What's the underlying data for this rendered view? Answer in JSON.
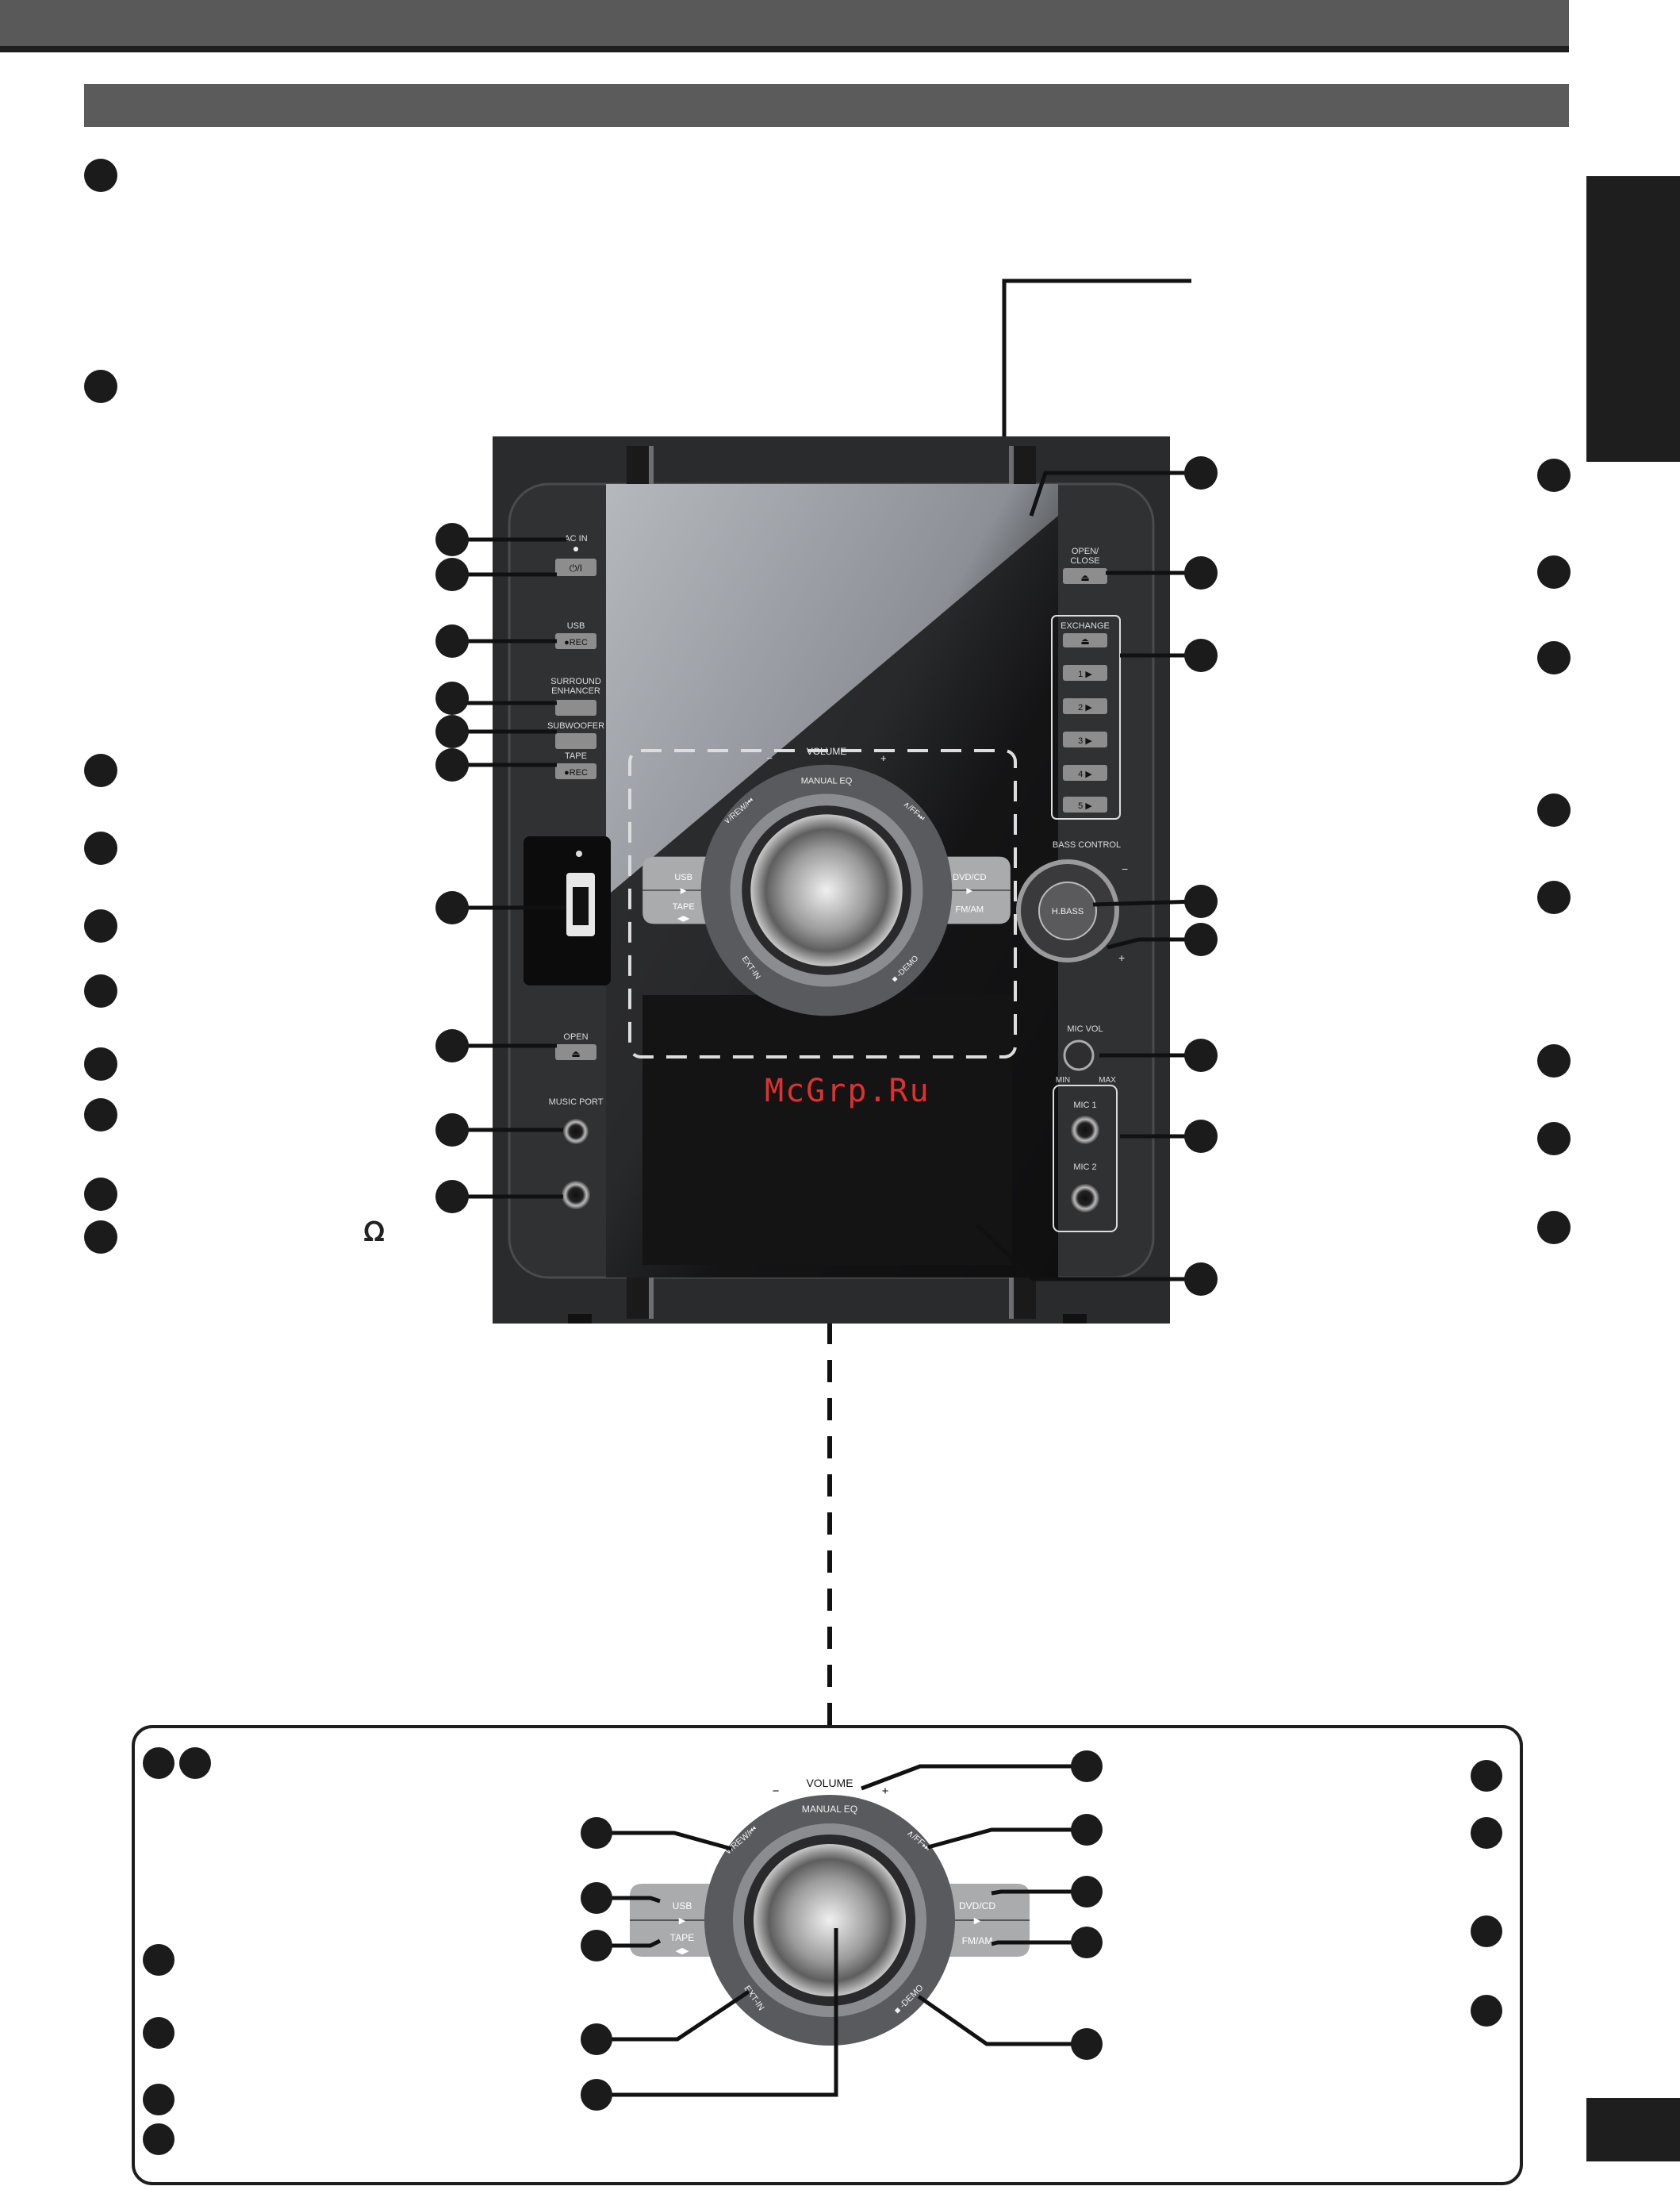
{
  "watermark": "McGrp.Ru",
  "unit": {
    "ac_in": "AC IN",
    "power": "⏻/I",
    "usb": "USB",
    "rec": "●REC",
    "surround_1": "SURROUND",
    "surround_2": "ENHANCER",
    "subwoofer": "SUBWOOFER",
    "tape": "TAPE",
    "open": "OPEN",
    "eject": "⏏",
    "music_port": "MUSIC PORT",
    "open_close_1": "OPEN/",
    "open_close_2": "CLOSE",
    "exchange": "EXCHANGE",
    "discs": [
      "1 ▶",
      "2 ▶",
      "3 ▶",
      "4 ▶",
      "5 ▶"
    ],
    "bass_control": "BASS CONTROL",
    "hbass": "H.BASS",
    "minus": "−",
    "plus": "+",
    "mic_vol": "MIC VOL",
    "min": "MIN",
    "max": "MAX",
    "mic1": "MIC 1",
    "mic2": "MIC 2"
  },
  "dial": {
    "volume": "VOLUME",
    "minus": "−",
    "plus": "+",
    "manual_eq": "MANUAL EQ",
    "rew": "∨/REW/⏮",
    "ff": "∧/FF⏭",
    "usb": "USB",
    "play": "▶",
    "tape": "TAPE",
    "tape_arrows": "◀▶",
    "dvd_cd": "DVD/CD",
    "fm_am": "FM/AM",
    "ext_in": "EXT-IN",
    "demo": "■ -DEMO"
  }
}
